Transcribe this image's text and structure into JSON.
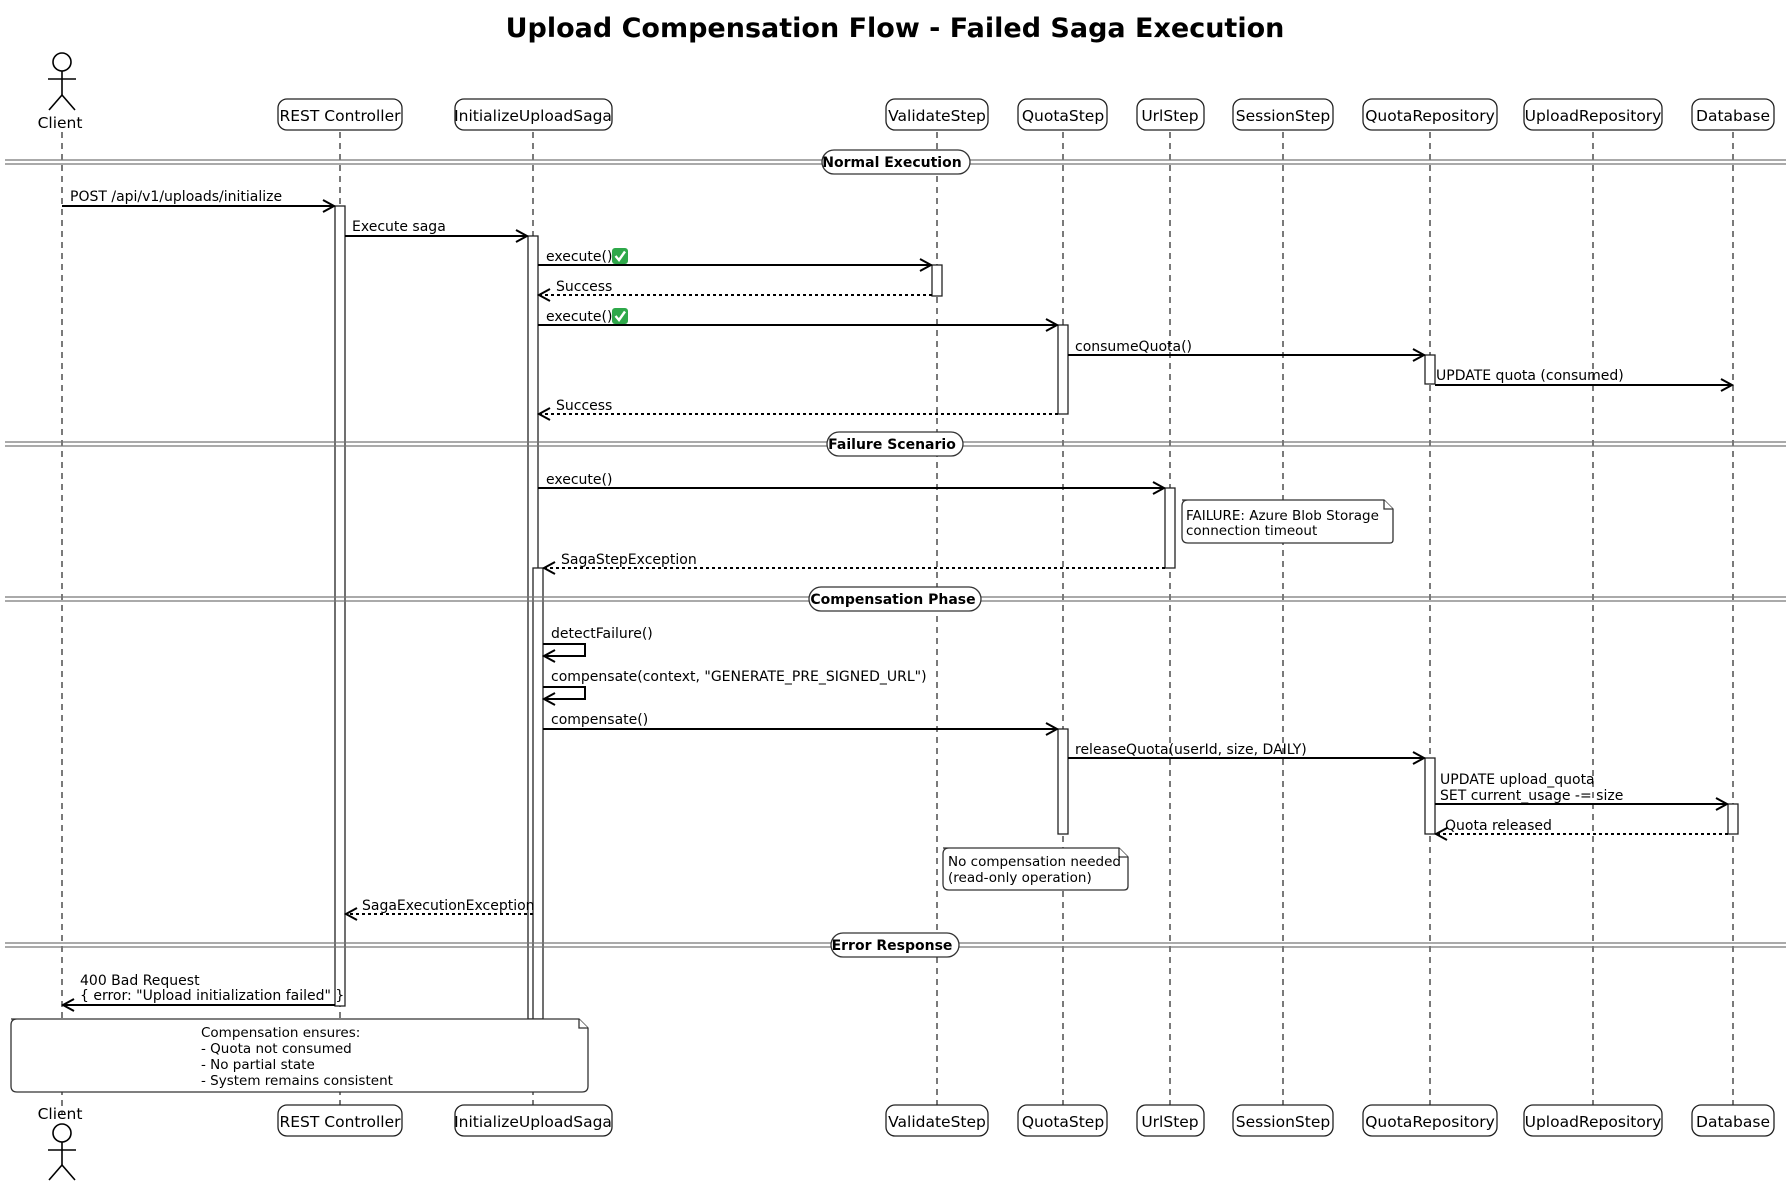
{
  "diagram": {
    "title": "Upload Compensation Flow - Failed Saga Execution",
    "participants": [
      {
        "id": "client",
        "label": "Client",
        "kind": "actor"
      },
      {
        "id": "rest",
        "label": "REST Controller",
        "kind": "participant"
      },
      {
        "id": "saga",
        "label": "InitializeUploadSaga",
        "kind": "participant"
      },
      {
        "id": "validate",
        "label": "ValidateStep",
        "kind": "participant"
      },
      {
        "id": "quota",
        "label": "QuotaStep",
        "kind": "participant"
      },
      {
        "id": "url",
        "label": "UrlStep",
        "kind": "participant"
      },
      {
        "id": "session",
        "label": "SessionStep",
        "kind": "participant"
      },
      {
        "id": "quotarepo",
        "label": "QuotaRepository",
        "kind": "participant"
      },
      {
        "id": "uploadrepo",
        "label": "UploadRepository",
        "kind": "participant"
      },
      {
        "id": "db",
        "label": "Database",
        "kind": "participant"
      }
    ],
    "dividers": [
      {
        "label": "Normal Execution"
      },
      {
        "label": "Failure Scenario"
      },
      {
        "label": "Compensation Phase"
      },
      {
        "label": "Error Response"
      }
    ],
    "messages": [
      {
        "from": "client",
        "to": "rest",
        "lines": [
          "POST /api/v1/uploads/initialize"
        ],
        "style": "sync"
      },
      {
        "from": "rest",
        "to": "saga",
        "lines": [
          "Execute saga"
        ],
        "style": "sync"
      },
      {
        "from": "saga",
        "to": "validate",
        "lines": [
          "execute()"
        ],
        "style": "sync",
        "badge": "check-mark-emoji"
      },
      {
        "from": "validate",
        "to": "saga",
        "lines": [
          "Success"
        ],
        "style": "return"
      },
      {
        "from": "saga",
        "to": "quota",
        "lines": [
          "execute()"
        ],
        "style": "sync",
        "badge": "check-mark-emoji"
      },
      {
        "from": "quota",
        "to": "quotarepo",
        "lines": [
          "consumeQuota()"
        ],
        "style": "sync"
      },
      {
        "from": "quotarepo",
        "to": "db",
        "lines": [
          "UPDATE quota (consumed)"
        ],
        "style": "sync"
      },
      {
        "from": "quota",
        "to": "saga",
        "lines": [
          "Success"
        ],
        "style": "return"
      },
      {
        "from": "saga",
        "to": "url",
        "lines": [
          "execute()"
        ],
        "style": "sync"
      },
      {
        "from": "url",
        "to": "saga",
        "lines": [
          "SagaStepException"
        ],
        "style": "return"
      },
      {
        "from": "saga",
        "to": "saga",
        "lines": [
          "detectFailure()"
        ],
        "style": "self"
      },
      {
        "from": "saga",
        "to": "saga",
        "lines": [
          "compensate(context, \"GENERATE_PRE_SIGNED_URL\")"
        ],
        "style": "self"
      },
      {
        "from": "saga",
        "to": "quota",
        "lines": [
          "compensate()"
        ],
        "style": "sync"
      },
      {
        "from": "quota",
        "to": "quotarepo",
        "lines": [
          "releaseQuota(userId, size, DAILY)"
        ],
        "style": "sync"
      },
      {
        "from": "quotarepo",
        "to": "db",
        "lines": [
          "UPDATE upload_quota",
          "SET current_usage -= size"
        ],
        "style": "sync"
      },
      {
        "from": "db",
        "to": "quotarepo",
        "lines": [
          "Quota released"
        ],
        "style": "return"
      },
      {
        "from": "saga",
        "to": "rest",
        "lines": [
          "SagaExecutionException"
        ],
        "style": "return"
      },
      {
        "from": "rest",
        "to": "client",
        "lines": [
          "400 Bad Request",
          "{ error: \"Upload initialization failed\" }"
        ],
        "style": "sync"
      }
    ],
    "notes": [
      {
        "lines": [
          "FAILURE: Azure Blob Storage",
          "connection timeout"
        ]
      },
      {
        "lines": [
          "No compensation needed",
          "(read-only operation)"
        ]
      },
      {
        "lines": [
          "Compensation ensures:",
          "- Quota not consumed",
          "- No partial state",
          "- System remains consistent"
        ]
      }
    ]
  }
}
